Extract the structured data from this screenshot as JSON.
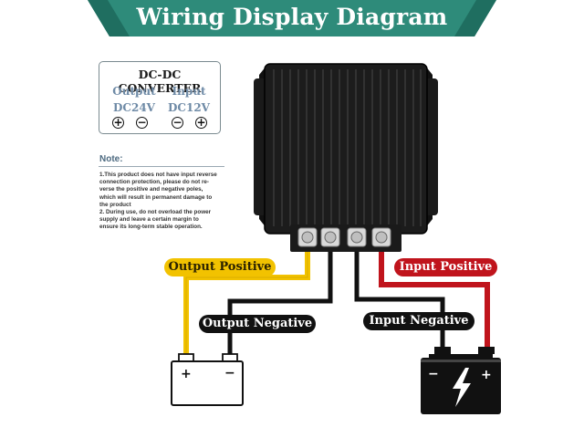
{
  "banner": {
    "title": "Wiring Display Diagram",
    "color": "#2e8b7a"
  },
  "spec_box": {
    "title": "DC-DC CONVERTER",
    "output_label": "Output",
    "input_label": "Input",
    "output_value": "DC24V",
    "input_value": "DC12V",
    "terminal_symbols": [
      "+",
      "−",
      "−",
      "+"
    ]
  },
  "note": {
    "title": "Note:",
    "lines": [
      "1.This product does not have input reverse",
      "connection protection, please do not re-",
      "verse the positive and negative poles,",
      "which will result in permanent damage to",
      "the product",
      "2. During use, do not overload the power",
      "supply and leave a certain margin to",
      "ensure its long-term stable operation."
    ]
  },
  "wire_labels": {
    "output_positive": "Output Positive",
    "output_negative": "Output Negative",
    "input_positive": "Input Positive",
    "input_negative": "Input Negative"
  },
  "colors": {
    "positive_output_wire": "#f2c200",
    "positive_input_wire": "#c0141c",
    "negative_wire": "#111111",
    "converter_body": "#1c1c1c"
  },
  "battery": {
    "plus": "+",
    "minus": "−"
  },
  "icons": [
    "dc-dc-converter-icon",
    "load-battery-icon",
    "car-battery-icon",
    "lightning-bolt-icon"
  ]
}
